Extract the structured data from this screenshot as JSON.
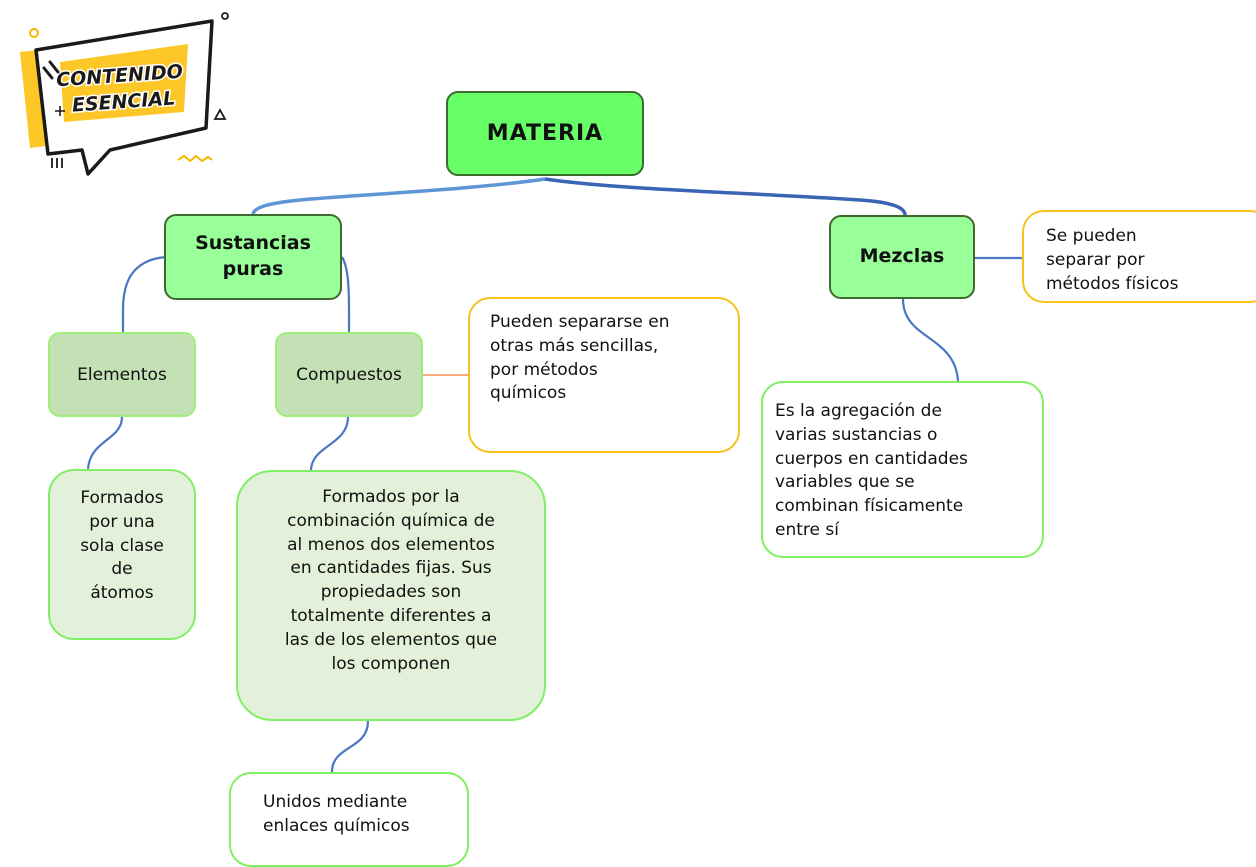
{
  "badge": {
    "line1": "CONTENIDO",
    "line2": "ESENCIAL"
  },
  "root": {
    "label": "MATERIA"
  },
  "branches": {
    "sustancias": {
      "line1": "Sustancias",
      "line2": "puras"
    },
    "mezclas": {
      "label": "Mezclas"
    }
  },
  "nodes": {
    "elementos": "Elementos",
    "compuestos": "Compuestos"
  },
  "notes": {
    "elementos_desc": [
      "Formados",
      "por una",
      "sola clase",
      "de",
      "átomos"
    ],
    "compuestos_desc": [
      "Formados por la",
      "combinación química de",
      "al menos dos elementos",
      "en cantidades fijas. Sus",
      "propiedades son",
      "totalmente diferentes a",
      "las de los elementos que",
      "los componen"
    ],
    "compuestos_sep": [
      "Pueden separarse en",
      "otras más sencillas,",
      "por métodos",
      "químicos"
    ],
    "enlaces": [
      "Unidos mediante",
      "enlaces químicos"
    ],
    "mezclas_desc": [
      "Es la agregación de",
      "varias sustancias o",
      "cuerpos en cantidades",
      "variables que se",
      "combinan físicamente",
      "entre sí"
    ],
    "mezclas_sep": [
      "Se pueden",
      "separar por",
      "métodos físicos"
    ]
  },
  "colors": {
    "root_fill": "#66ff66",
    "branch_fill": "#99ff99",
    "sub_fill": "#c4e1b6",
    "note_green_fill": "#e3f0da",
    "note_yellow_border": "#f7c21c",
    "connector_blue": "#4a76c2",
    "connector_orange": "#f0914d",
    "badge_yellow": "#fec728"
  }
}
